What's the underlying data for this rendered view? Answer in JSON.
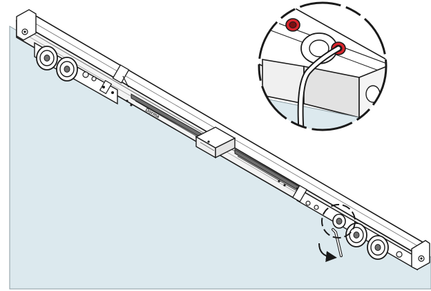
{
  "illustration": {
    "rail_brand_text": "Dorma",
    "colors": {
      "glass": "#dce9ee",
      "outline": "#1a1a1a",
      "metal": "#ffffff",
      "detail": "#6e6e6e",
      "accent_red": "#d8242b",
      "shadow": "#8c8c8c"
    },
    "icons": [
      "glass-panel",
      "sliding-door-rail",
      "roller-carriage",
      "hex-key",
      "rotate-arrow-icon",
      "detail-magnifier"
    ]
  }
}
